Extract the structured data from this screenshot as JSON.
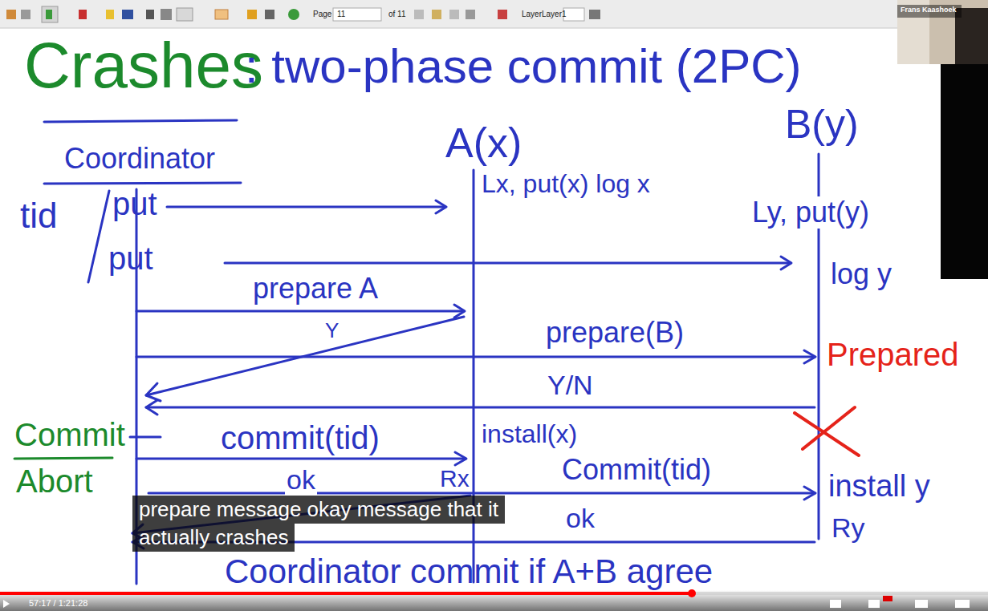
{
  "diagram": {
    "title": "Crashes",
    "labels": [
      ": two-phase commit (2PC)",
      "Coordinator",
      "A(x)",
      "B(y)",
      "tid",
      "put",
      "put",
      "Lx, put(x) log x",
      "Ly, put(y)",
      "log y",
      "prepare A",
      "Y",
      "prepare(B)",
      "Prepared",
      "Y/N",
      "Commit",
      "Abort",
      "commit(tid)",
      "install(x)",
      "Rx",
      "ok",
      "Commit(tid)",
      "install y",
      "Ry",
      "ok",
      "Coordinator commit if A+B agree",
      "prepare message okay message that it",
      "actually crashes",
      "Frans Kaashoek",
      "Page",
      "11",
      "of 11",
      "Layer",
      "Layer1",
      "57:17 / 1:21:28"
    ]
  }
}
